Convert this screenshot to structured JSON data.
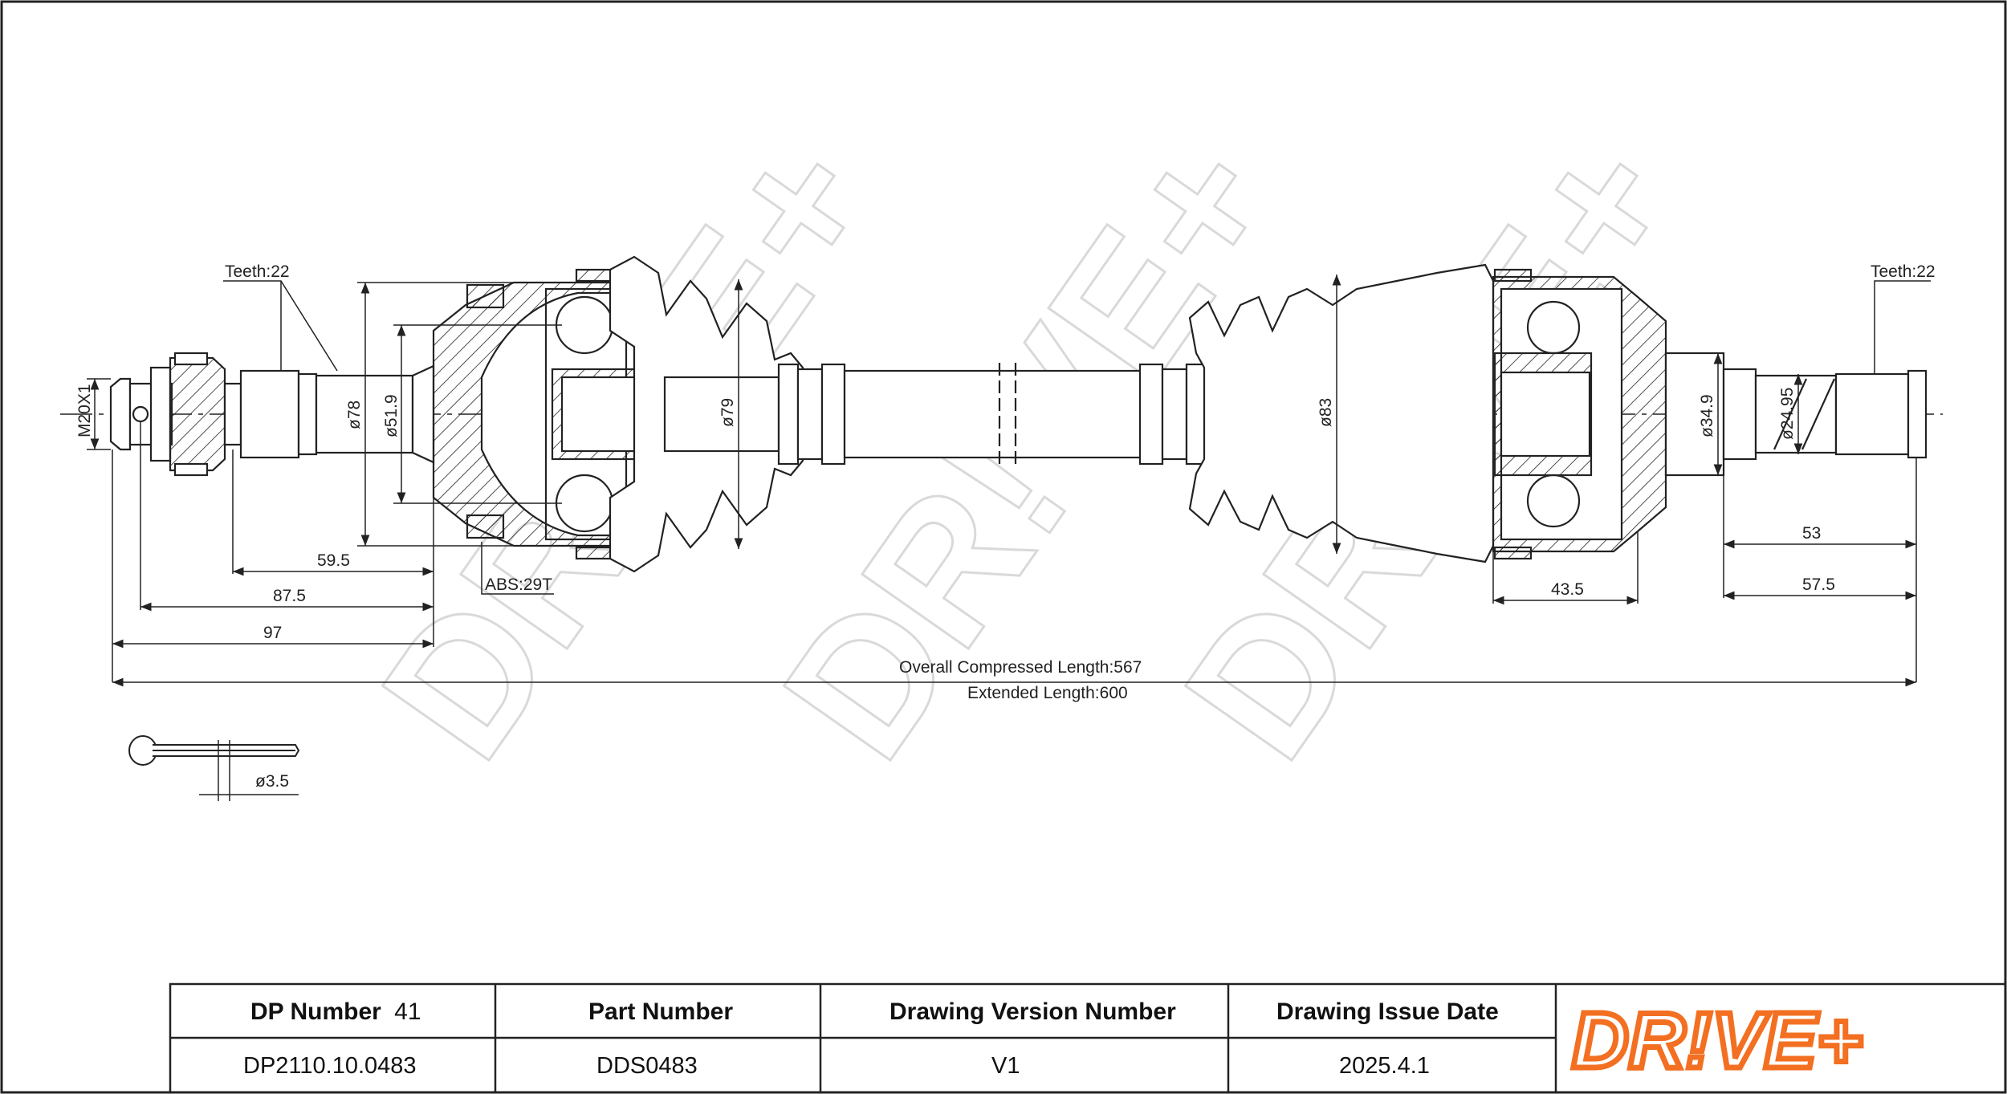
{
  "drawing": {
    "teeth_left": "Teeth:22",
    "teeth_right": "Teeth:22",
    "thread": "M20X1",
    "abs": "ABS:29T",
    "dims": {
      "d78": "ø78",
      "d51_9": "ø51.9",
      "d79": "ø79",
      "d83": "ø83",
      "d34_9": "ø34.9",
      "d24_95": "ø24.95",
      "d3_5": "ø3.5",
      "l59_5": "59.5",
      "l87_5": "87.5",
      "l97": "97",
      "l43_5": "43.5",
      "l53": "53",
      "l57_5": "57.5"
    },
    "overall_compressed": "Overall Compressed Length:567",
    "extended": "Extended Length:600",
    "watermark": "DR!VE+"
  },
  "title_block": {
    "dp_number_label": "DP Number",
    "dp_number_value": "41",
    "dp_number": "DP2110.10.0483",
    "part_number_label": "Part Number",
    "part_number": "DDS0483",
    "version_label": "Drawing Version Number",
    "version": "V1",
    "issue_date_label": "Drawing Issue Date",
    "issue_date": "2025.4.1",
    "logo_text": "DR!VE+",
    "logo_color": "#f36f21"
  }
}
